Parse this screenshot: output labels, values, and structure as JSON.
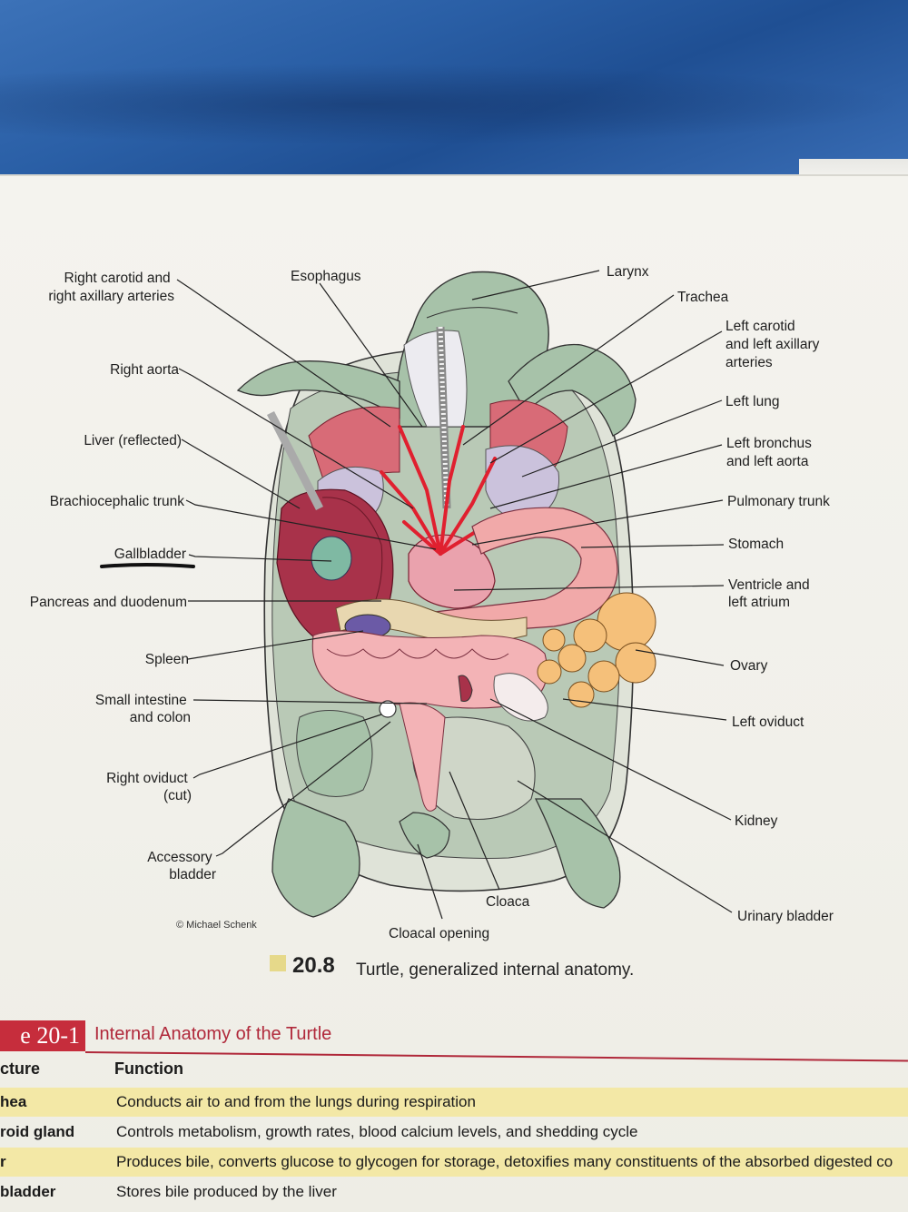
{
  "labels": {
    "right_carotid": [
      "Right carotid and",
      "right axillary arteries"
    ],
    "esophagus": "Esophagus",
    "larynx": "Larynx",
    "trachea": "Trachea",
    "left_carotid": [
      "Left carotid",
      "and left axillary",
      "arteries"
    ],
    "right_aorta": "Right aorta",
    "left_lung": "Left lung",
    "liver": "Liver (reflected)",
    "left_bronchus": [
      "Left bronchus",
      "and left aorta"
    ],
    "brachiocephalic": "Brachiocephalic trunk",
    "pulmonary": "Pulmonary trunk",
    "gallbladder": "Gallbladder",
    "stomach": "Stomach",
    "ventricle": [
      "Ventricle and",
      "left atrium"
    ],
    "pancreas": "Pancreas and duodenum",
    "spleen": "Spleen",
    "ovary": "Ovary",
    "small_intestine": [
      "Small intestine",
      "and colon"
    ],
    "left_oviduct": "Left oviduct",
    "right_oviduct": [
      "Right oviduct",
      "(cut)"
    ],
    "kidney": "Kidney",
    "accessory_bladder": [
      "Accessory",
      "bladder"
    ],
    "cloaca": "Cloaca",
    "urinary_bladder": "Urinary bladder",
    "cloacal_opening": "Cloacal opening"
  },
  "credit": "© Michael Schenk",
  "caption": {
    "number": "20.8",
    "text": "Turtle, generalized internal anatomy."
  },
  "table": {
    "number": "e 20-1",
    "title": "Internal Anatomy of the Turtle",
    "headers": [
      "cture",
      "Function"
    ],
    "rows": [
      {
        "structure": "hea",
        "function": "Conducts air to and from the lungs during respiration"
      },
      {
        "structure": "roid gland",
        "function": "Controls metabolism, growth rates, blood calcium levels, and shedding cycle"
      },
      {
        "structure": "r",
        "function": "Produces bile, converts glucose to glycogen for storage, detoxifies many constituents of the absorbed digested co"
      },
      {
        "structure": "bladder",
        "function": "Stores bile produced by the liver"
      }
    ]
  },
  "colors": {
    "skin": "#a7c2a9",
    "shell": "#d6dccd",
    "liver": "#a8324a",
    "muscle": "#d86b77",
    "artery": "#e0202f",
    "stomach": "#f1a9a9",
    "intestine": "#f3b3b6",
    "ovary": "#f5c07a",
    "lung": "#cbc2dc",
    "gallbladder": "#7fb9a3",
    "spleen": "#6b5aa6",
    "table_red": "#c62d3c",
    "table_shade": "#f3e8a6"
  }
}
